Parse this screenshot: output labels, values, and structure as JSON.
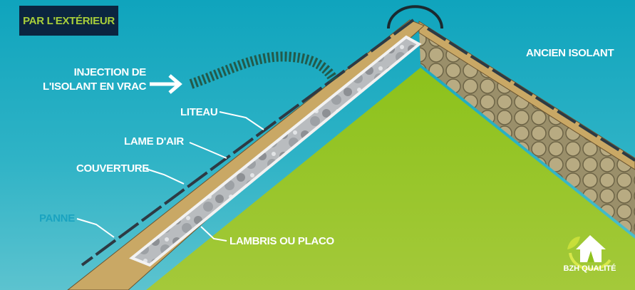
{
  "title": "PAR L'EXTÉRIEUR",
  "labels": {
    "injection_line1": "INJECTION DE",
    "injection_line2": "L'ISOLANT EN VRAC",
    "liteau": "LITEAU",
    "lame_air": "LAME D'AIR",
    "couverture": "COUVERTURE",
    "panne": "PANNE",
    "lambris": "LAMBRIS OU PLACO",
    "ancien_isolant": "ANCIEN ISOLANT"
  },
  "logo": {
    "name": "BZH QUALITÉ"
  },
  "colors": {
    "sky": "#0fa4bd",
    "ground": "#8fc21e",
    "badge_bg": "#0b2540",
    "badge_text": "#a8cf3a",
    "wood": "#c9a865"
  }
}
